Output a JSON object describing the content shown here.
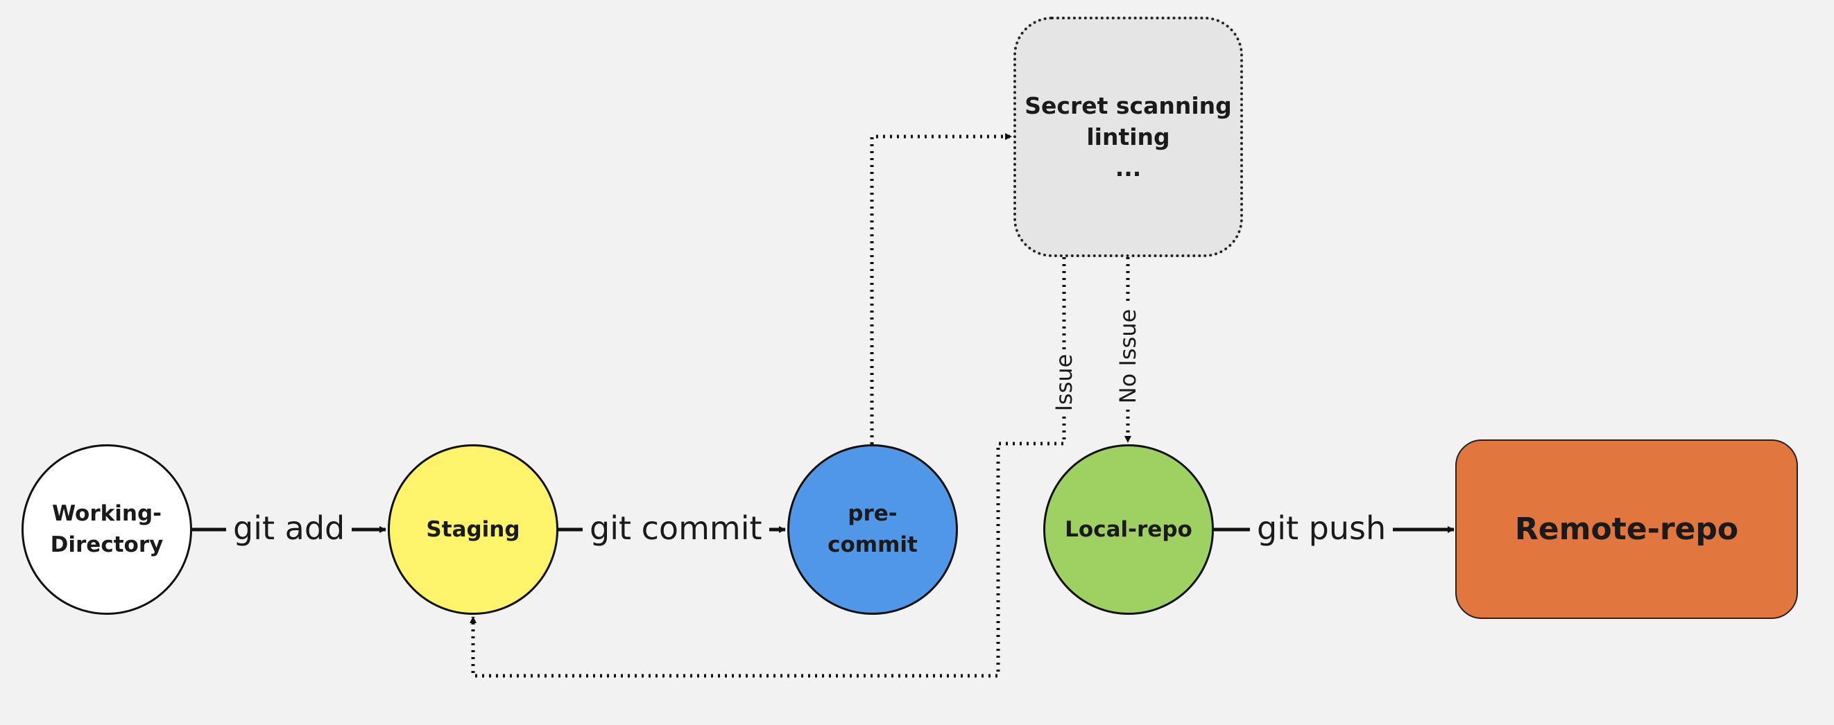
{
  "colors": {
    "background": "#f2f2f2",
    "working_directory": "#ffffff",
    "staging": "#fdf46c",
    "pre_commit": "#5097e8",
    "local_repo": "#9fd162",
    "remote_repo": "#e2763f",
    "checks": "#e5e5e5",
    "line": "#111111"
  },
  "nodes": {
    "working_directory": "Working-\nDirectory",
    "staging": "Staging",
    "pre_commit": "pre-\ncommit",
    "local_repo": "Local-repo",
    "remote_repo": "Remote-repo",
    "checks": "Secret scanning\nlinting\n..."
  },
  "edges": {
    "git_add": "git add",
    "git_commit": "git commit",
    "git_push": "git push",
    "issue": "Issue",
    "no_issue": "No Issue"
  }
}
